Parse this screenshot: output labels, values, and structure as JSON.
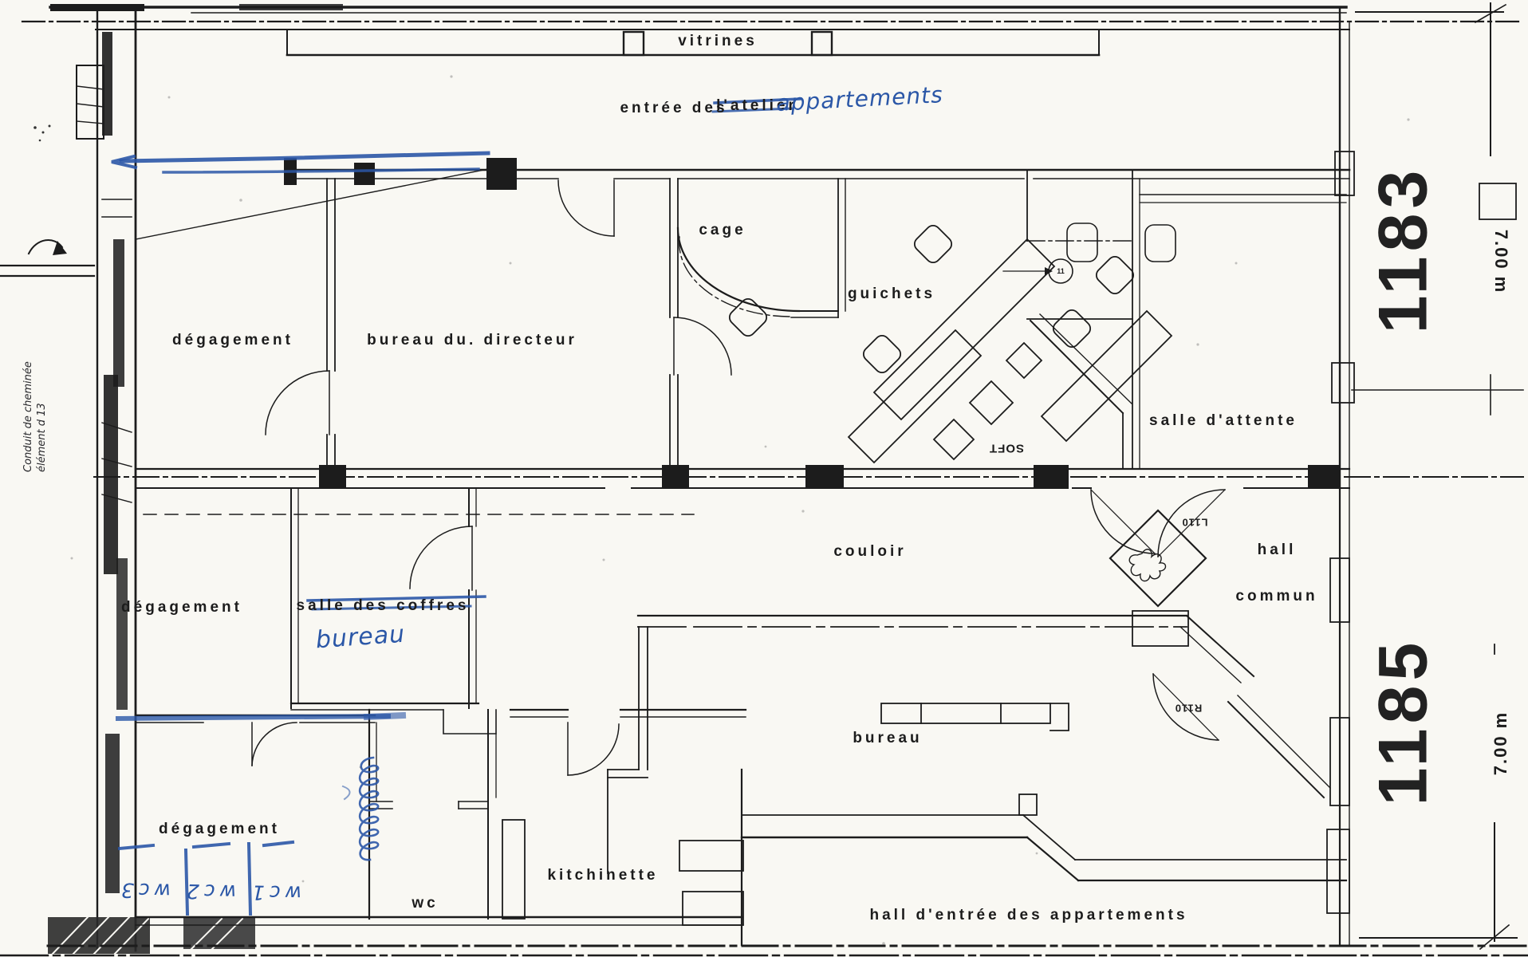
{
  "page": {
    "background": "#f9f8f3",
    "ink_color": "#1c1c1c",
    "pen_color": "#2b57a7"
  },
  "labels": {
    "vitrines": "vitrines",
    "entree_prefix": "entrée des",
    "entree_struck": "l'atelier",
    "entree_new_handwritten": "appartements",
    "cage": "cage",
    "guichets": "guichets",
    "degagement_top": "dégagement",
    "bureau_directeur": "bureau du. directeur",
    "salle_attente": "salle d'attente",
    "couloir": "couloir",
    "hall_line1": "hall",
    "hall_line2": "commun",
    "coffres_struck": "salle des coffres",
    "coffres_new_handwritten": "bureau",
    "degagement_mid": "dégagement",
    "bureau": "bureau",
    "degagement_bottom": "dégagement",
    "kitchinette": "kitchinette",
    "wc": "wc",
    "hall_entree": "hall d'entrée des appartements",
    "soft_desk": "SOFT",
    "door_left": "L110",
    "door_right": "R110",
    "fixture_circle": "11",
    "wc_numbers_handwritten": "wc1  wc2  wc3",
    "note_line1": "Conduit de cheminée",
    "note_line2": "élément d 13"
  },
  "dimensions": {
    "lot_top": "1183",
    "lot_bottom": "1185",
    "width_top": "7.00 m",
    "width_bottom": "7.00 m"
  }
}
